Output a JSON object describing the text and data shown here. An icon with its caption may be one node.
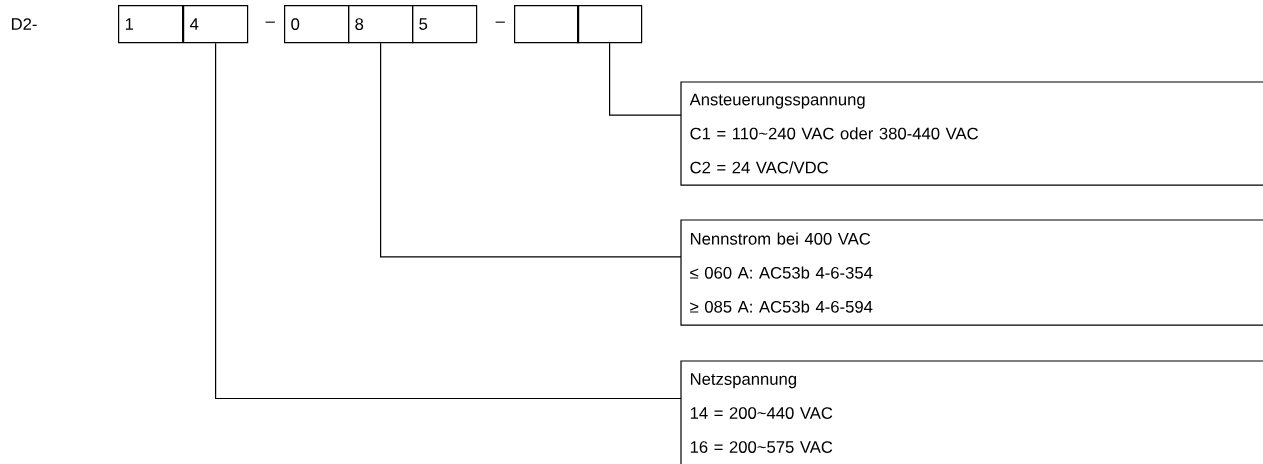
{
  "diagram": {
    "nodes": [
      {
        "text": [
          "1"
        ]
      },
      {
        "text": [
          "4"
        ]
      },
      {
        "text": [
          "0"
        ]
      },
      {
        "text": [
          "8"
        ]
      },
      {
        "text": [
          "5"
        ]
      },
      {
        "text": [],
        "shape": "box"
      },
      {
        "text": [],
        "shape": "box"
      },
      {
        "text": [
          "Ansteuerungsspannung",
          "C1 = 110~240 VAC oder 380-440 VAC",
          "C2 = 24 VAC/VDC"
        ]
      },
      {
        "text": [
          "Nennstrom bei 400 VAC",
          "≤ 060 A: AC53b 4-6-354",
          "≥ 085 A: AC53b 4-6-594"
        ]
      },
      {
        "text": [
          "Netzspannung",
          "14 = 200~440 VAC",
          "16 = 200~575 VAC"
        ]
      }
    ],
    "edges": [
      {
        "from": 6,
        "to": 7,
        "arrow": "none"
      },
      {
        "from": 3,
        "to": 8,
        "arrow": "none"
      },
      {
        "from": 1,
        "to": 9,
        "arrow": "none"
      }
    ],
    "labels": [
      "D2-",
      "–",
      "–"
    ]
  }
}
